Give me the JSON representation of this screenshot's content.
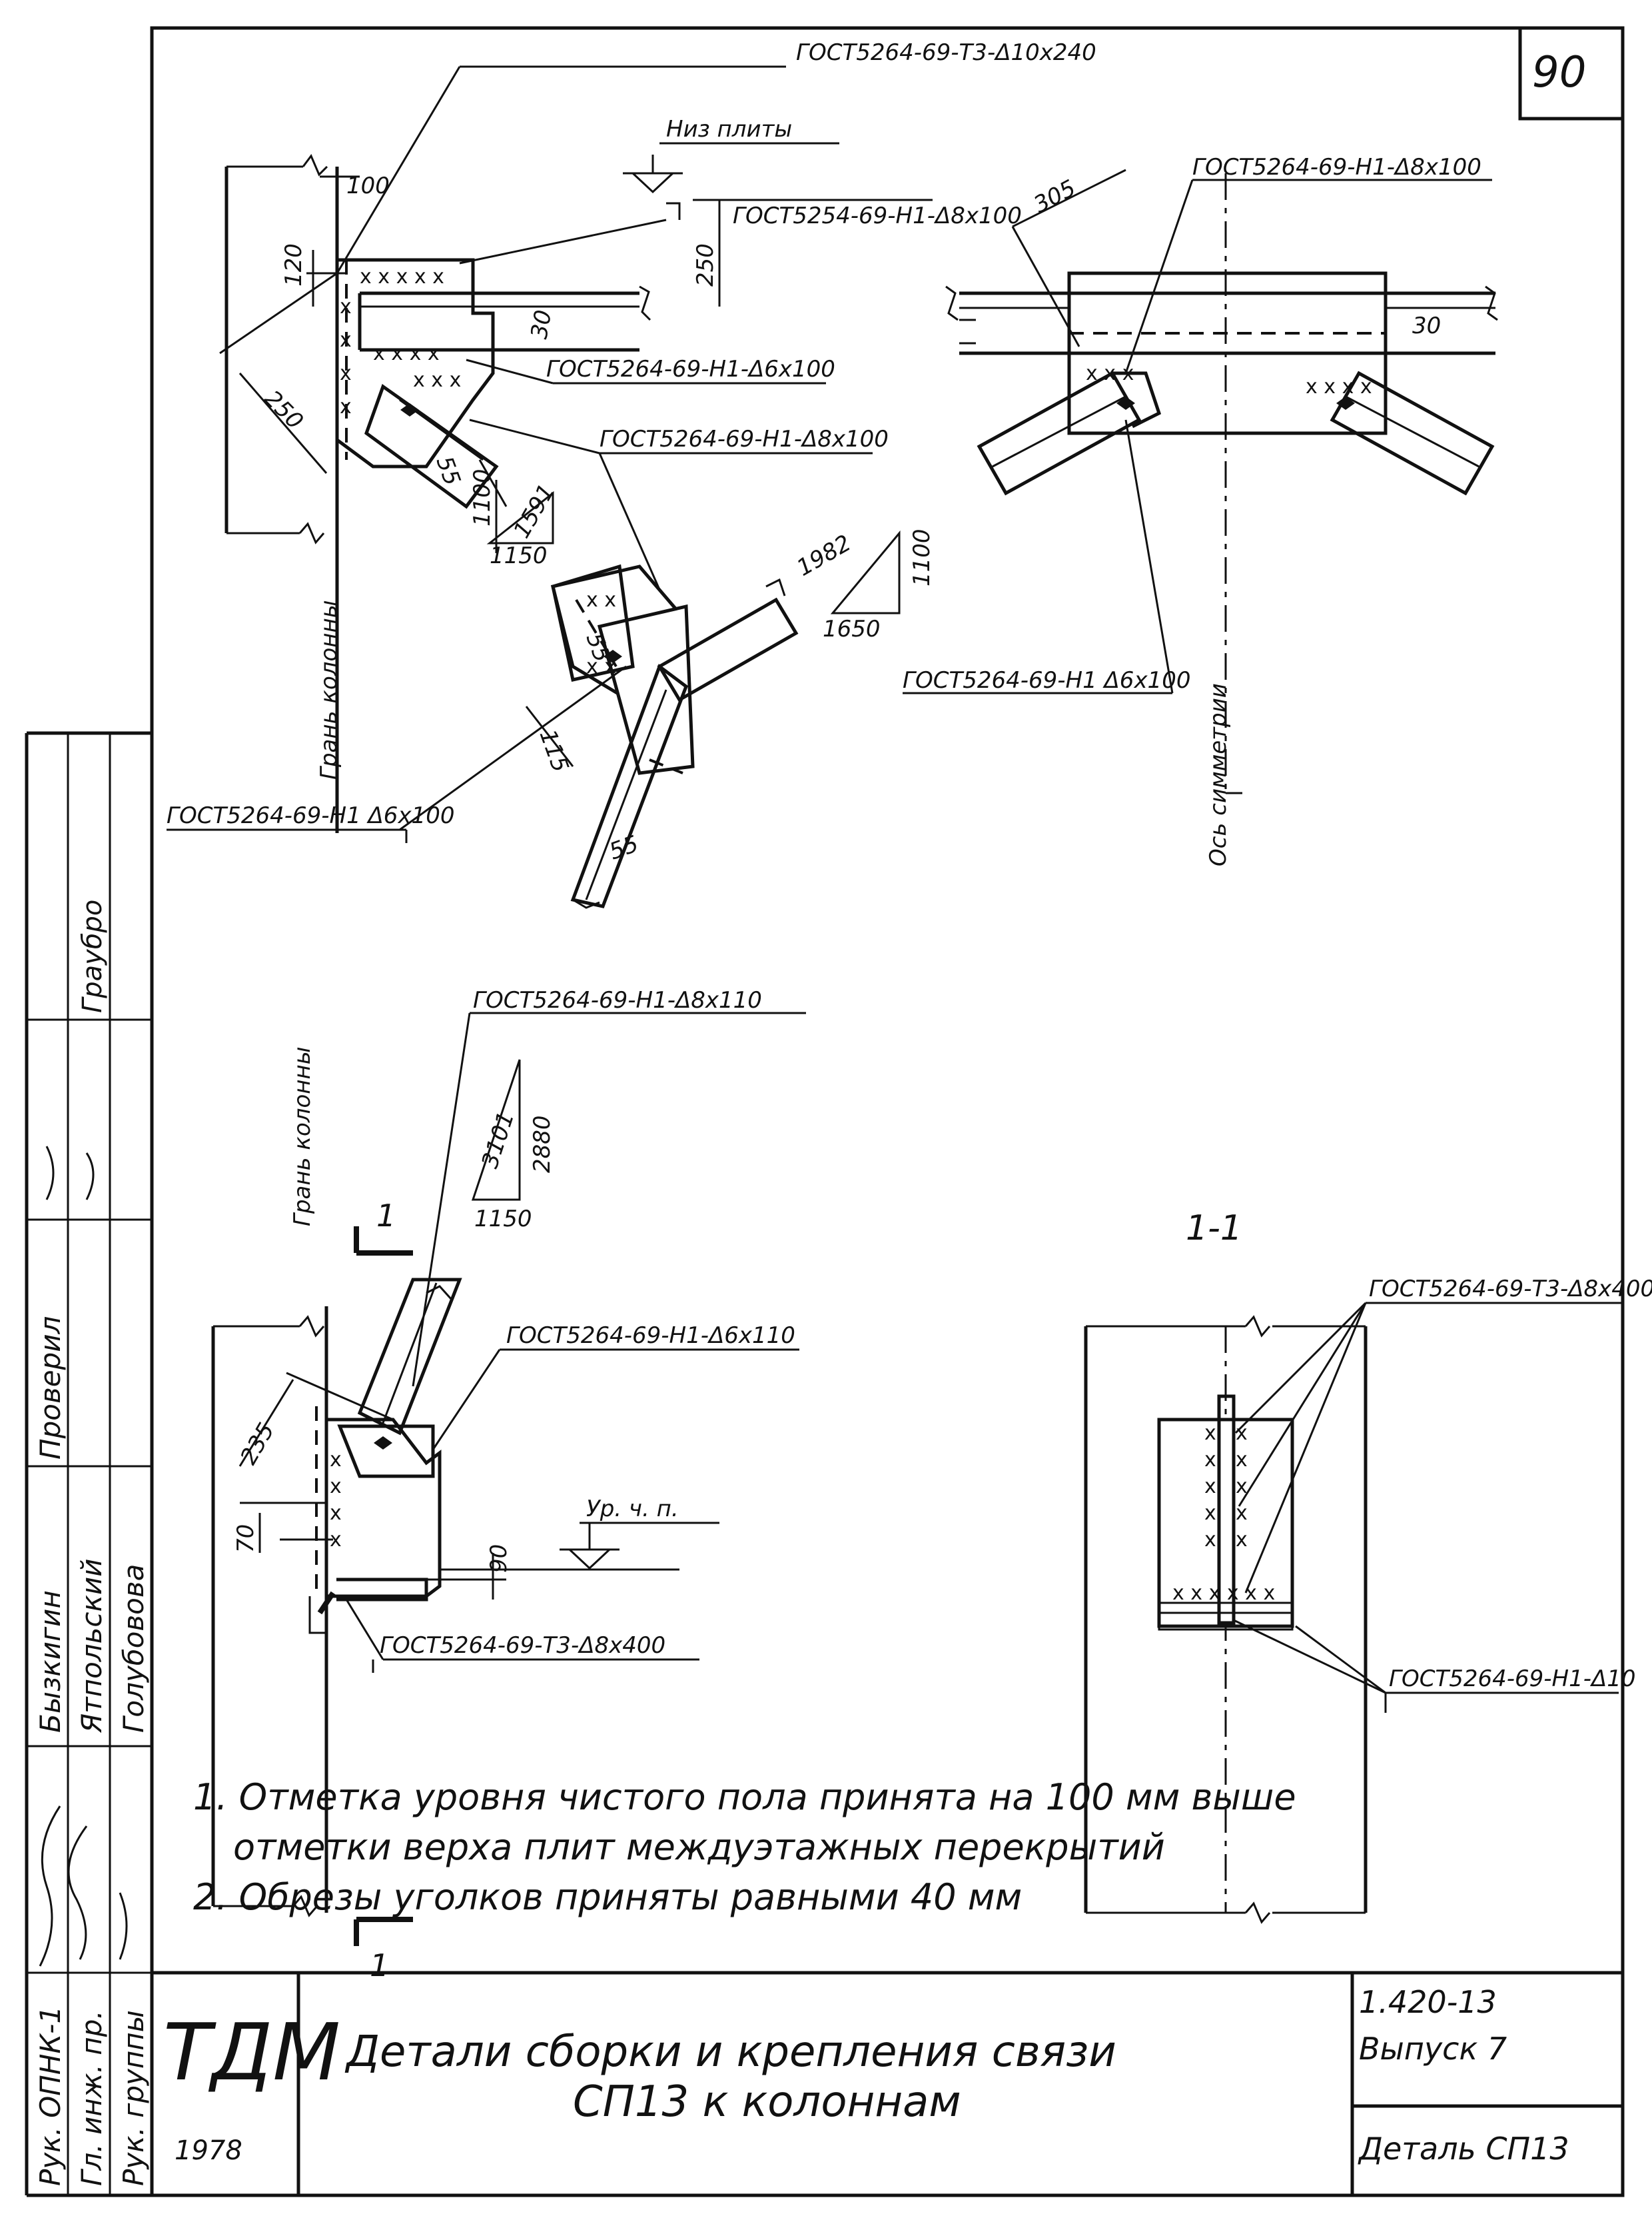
{
  "sheet": {
    "number": "90"
  },
  "stamp": {
    "roles": [
      "Рук. ОПНК-1",
      "Гл. инж. пр.",
      "Рук. группы"
    ],
    "names": [
      "Бызкигин",
      "Ятпольский",
      "Голубовова"
    ],
    "checked_label": "Проверил",
    "signature_note": "Граубро"
  },
  "upper_left": {
    "weld_top": "ГОСТ5264-69-Т3-Δ10х240",
    "slab_label": "Низ плиты",
    "weld_slab": "ГОСТ5254-69-Н1-Δ8х100",
    "weld_mid": "ГОСТ5264-69-Н1-Δ6х100",
    "weld_lower": "ГОСТ5264-69-Н1-Δ8х100",
    "weld_bottom": "ГОСТ5264-69-Н1 Δ6х100",
    "column_face": "Грань колонны",
    "dims": [
      "100",
      "120",
      "250",
      "30",
      "250",
      "55",
      "1100",
      "1591",
      "1150",
      "55",
      "115",
      "55"
    ],
    "slope_a": {
      "hyp": "1591",
      "vert": "1100",
      "horiz": "1150"
    },
    "slope_b": {
      "hyp": "1982",
      "vert": "1100",
      "horiz": "1650"
    }
  },
  "upper_right": {
    "dim": "305",
    "weld_top": "ГОСТ5264-69-Н1-Δ8х100",
    "weld_bottom": "ГОСТ5264-69-Н1 Δ6х100",
    "axis_label": "Ось симметрии"
  },
  "lower_left": {
    "weld_top": "ГОСТ5264-69-Н1-Δ8х110",
    "column_face": "Грань колонны",
    "slope": {
      "hyp": "3101",
      "vert": "2880",
      "horiz": "1150"
    },
    "section_mark": "1",
    "weld_mid": "ГОСТ5264-69-Н1-Δ6х110",
    "dims": [
      "235",
      "70",
      "90"
    ],
    "floor_label": "Ур. ч. п.",
    "weld_bottom": "ГОСТ5264-69-Т3-Δ8х400"
  },
  "section_view": {
    "title": "1-1",
    "weld_top": "ГОСТ5264-69-Т3-Δ8х400",
    "weld_bottom": "ГОСТ5264-69-Н1-Δ10"
  },
  "notes": [
    "1. Отметка уровня чистого пола принята на 100 мм выше",
    "отметки верха плит междуэтажных перекрытий",
    "2. Обрезы уголков приняты равными 40 мм"
  ],
  "title_block": {
    "org": "ТДМ",
    "year": "1978",
    "title_line1": "Детали сборки и крепления связи",
    "title_line2": "СП13 к колоннам",
    "series": "1.420-13",
    "issue": "Выпуск 7",
    "detail": "Деталь СП13"
  }
}
